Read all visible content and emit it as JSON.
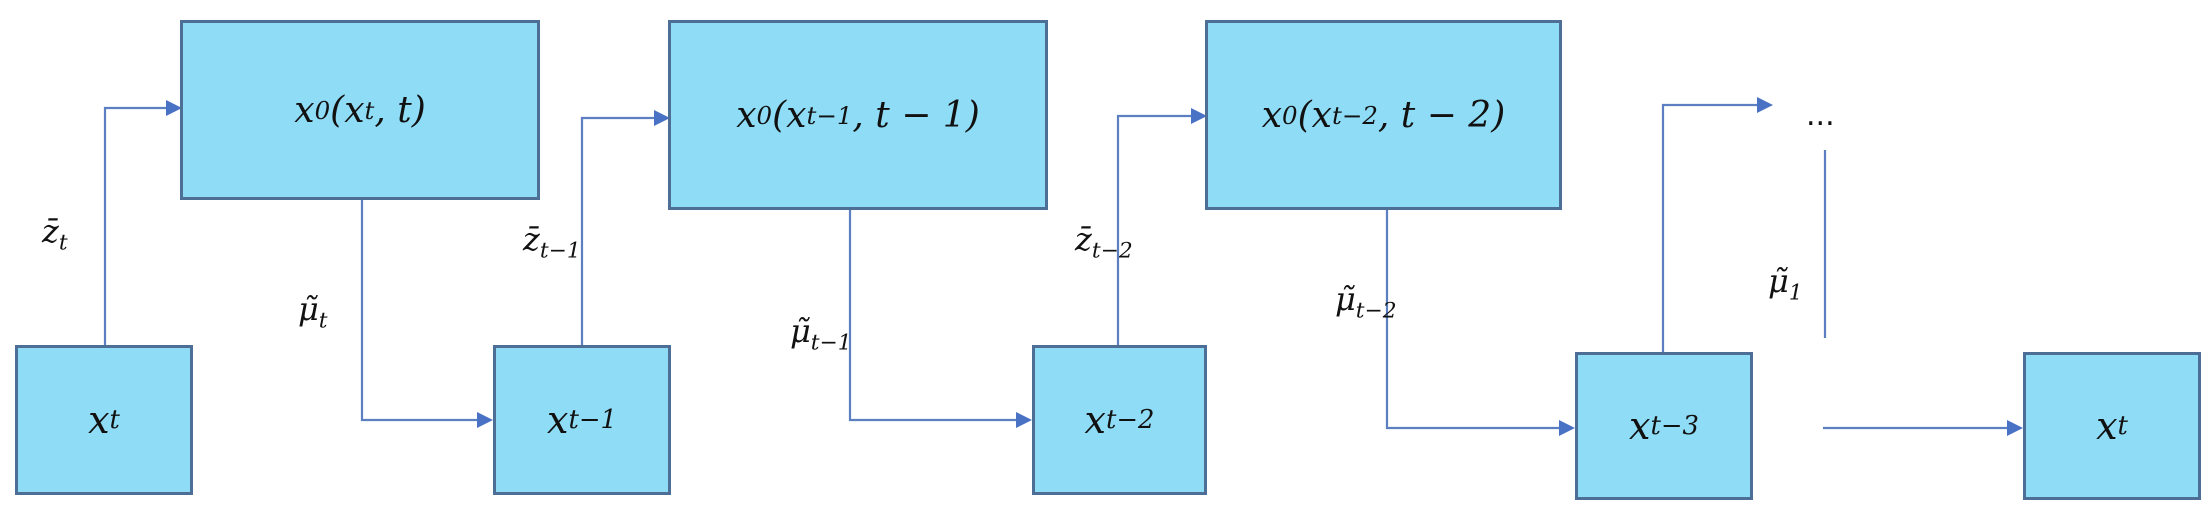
{
  "boxes": {
    "x0_t": {
      "fn": "x",
      "fn_sub": "0",
      "arg": "x",
      "arg_sub": "t",
      "rest": ", t)"
    },
    "x0_t1": {
      "fn": "x",
      "fn_sub": "0",
      "arg": "x",
      "arg_sub": "t−1",
      "rest": ", t − 1)"
    },
    "x0_t2": {
      "fn": "x",
      "fn_sub": "0",
      "arg": "x",
      "arg_sub": "t−2",
      "rest": ", t − 2)"
    },
    "xt_left": {
      "base": "x",
      "sub": "t"
    },
    "xt1": {
      "base": "x",
      "sub": "t−1"
    },
    "xt2": {
      "base": "x",
      "sub": "t−2"
    },
    "xt3": {
      "base": "x",
      "sub": "t−3"
    },
    "xt_right": {
      "base": "x",
      "sub": "t"
    }
  },
  "labels": {
    "z_t": {
      "base": "z̄",
      "sub": "t"
    },
    "z_t1": {
      "base": "z̄",
      "sub": "t−1"
    },
    "z_t2": {
      "base": "z̄",
      "sub": "t−2"
    },
    "mu_t": {
      "base": "μ̃",
      "sub": "t"
    },
    "mu_t1": {
      "base": "μ̃",
      "sub": "t−1"
    },
    "mu_t2": {
      "base": "μ̃",
      "sub": "t−2"
    },
    "mu_1": {
      "base": "μ̃",
      "sub": "1"
    }
  },
  "ellipsis": "...",
  "colors": {
    "box_fill": "#8fdcf6",
    "box_border": "#4d6f96",
    "arrow": "#5b7fc1"
  }
}
